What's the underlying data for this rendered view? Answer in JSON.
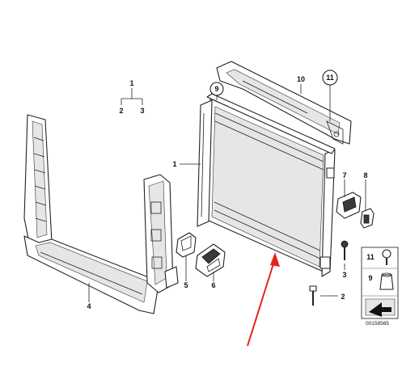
{
  "callouts": {
    "c1_top": "1",
    "c2_top": "2",
    "c3_top": "3",
    "c1_rad": "1",
    "c4": "4",
    "c5": "5",
    "c6": "6",
    "c7": "7",
    "c8": "8",
    "c9": "9",
    "c10": "10",
    "c11": "11",
    "c3_bolt": "3",
    "c2_bolt": "2"
  },
  "legend": {
    "row1": "11",
    "row2": "9"
  },
  "diagram_code": "00158565",
  "colors": {
    "line": "#222222",
    "arrow": "#e8221c"
  }
}
